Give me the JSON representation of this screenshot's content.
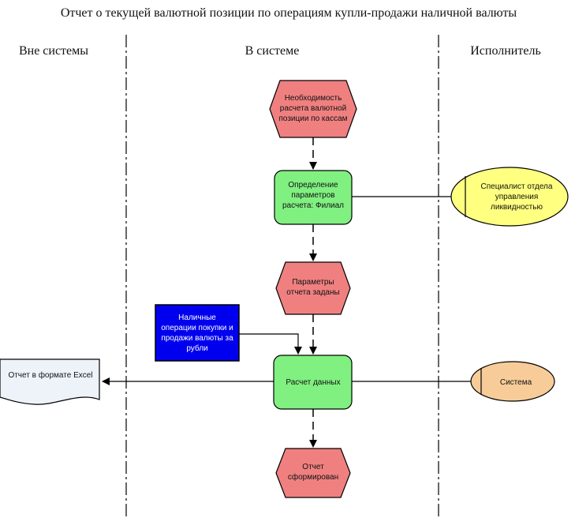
{
  "title": "Отчет о текущей валютной позиции по операциям купли-продажи наличной валюты",
  "lanes": {
    "outside": "Вне системы",
    "inside": "В системе",
    "executor": "Исполнитель"
  },
  "nodes": {
    "event_start": {
      "lines": [
        "Необходимость",
        "расчета валютной",
        "позиции по кассам"
      ],
      "kind": "event"
    },
    "func_params": {
      "lines": [
        "Определение",
        "параметров",
        "расчета: Филиал"
      ],
      "kind": "function"
    },
    "event_params_set": {
      "lines": [
        "Параметры",
        "отчета заданы"
      ],
      "kind": "event"
    },
    "input_ops": {
      "lines": [
        "Наличные",
        "операции покупки и",
        "продажи валюты за",
        "рубли"
      ],
      "kind": "information"
    },
    "func_calc": {
      "lines": [
        "Расчет данных"
      ],
      "kind": "function"
    },
    "output_doc": {
      "lines": [
        "Отчет в формате Excel"
      ],
      "kind": "document"
    },
    "event_end": {
      "lines": [
        "Отчет",
        "сформирован"
      ],
      "kind": "event"
    },
    "role_specialist": {
      "lines": [
        "Специалист отдела",
        "управления",
        "ликвидностью"
      ],
      "kind": "organizational-unit"
    },
    "role_system": {
      "lines": [
        "Система"
      ],
      "kind": "application-system"
    }
  },
  "colors": {
    "event": "#f08080",
    "function": "#80f080",
    "information": "#0000ee",
    "specialist": "#ffff80",
    "system": "#f8cc98",
    "document": "#eef3fa"
  }
}
